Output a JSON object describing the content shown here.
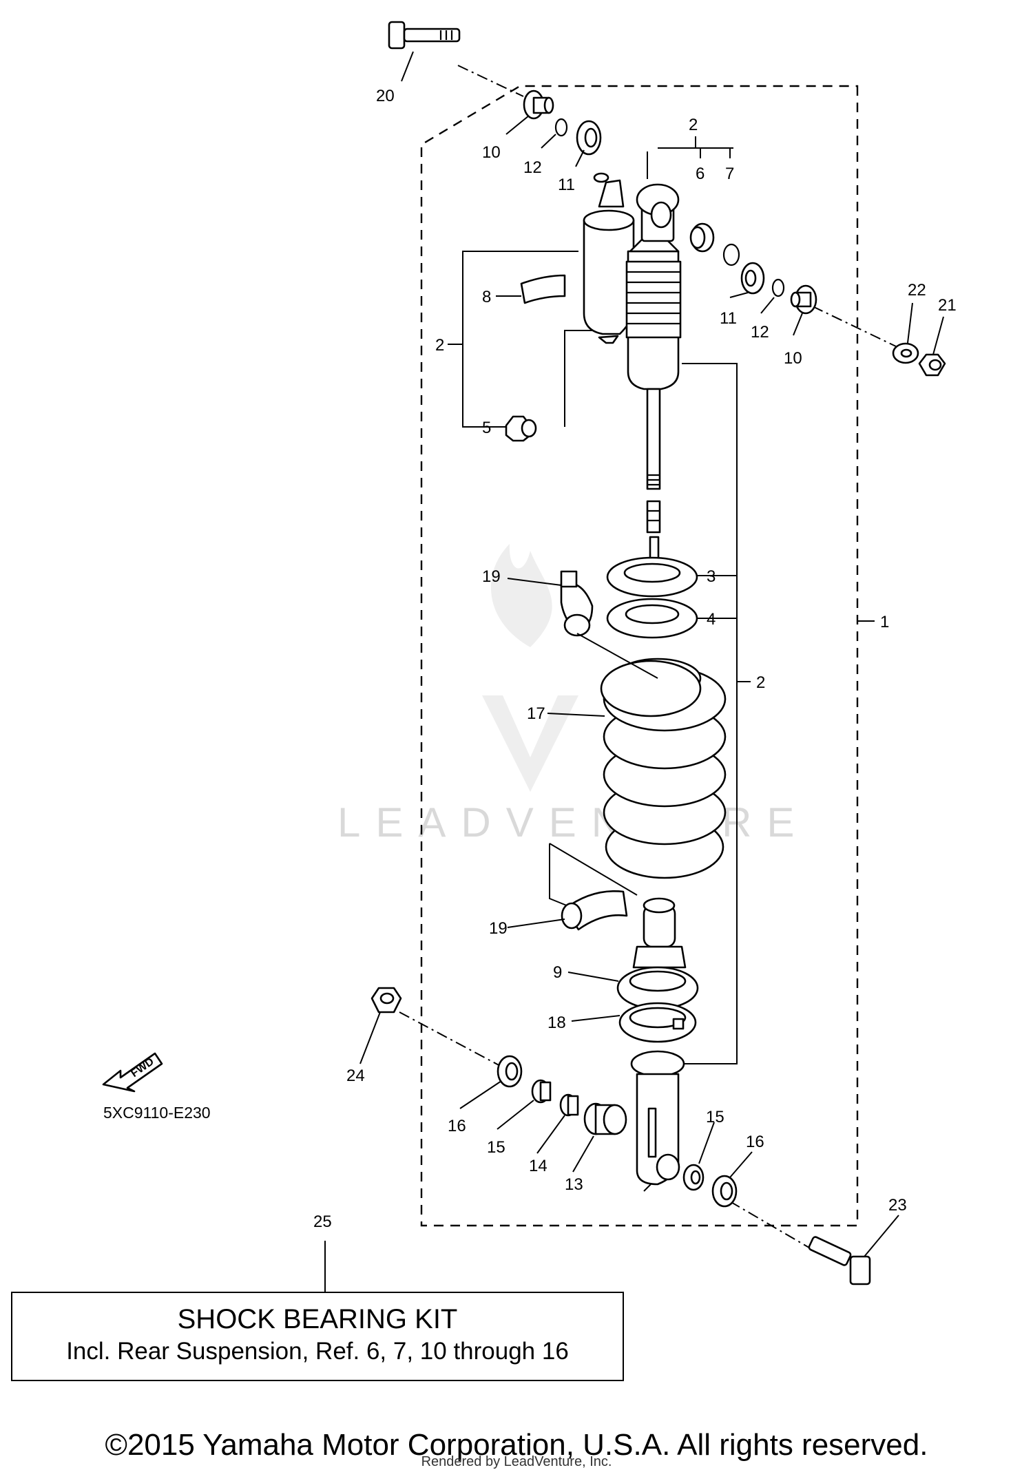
{
  "diagram": {
    "watermark": "LEADVENTURE",
    "diagram_code": "5XC9110-E230",
    "fwd_label": "FWD",
    "callouts": {
      "c1": "1",
      "c2a": "2",
      "c2b": "2",
      "c2c": "2",
      "c3": "3",
      "c4": "4",
      "c5": "5",
      "c6": "6",
      "c7": "7",
      "c8": "8",
      "c9": "9",
      "c10a": "10",
      "c10b": "10",
      "c11a": "11",
      "c11b": "11",
      "c12a": "12",
      "c12b": "12",
      "c13": "13",
      "c14": "14",
      "c15a": "15",
      "c15b": "15",
      "c16a": "16",
      "c16b": "16",
      "c17": "17",
      "c18": "18",
      "c19a": "19",
      "c19b": "19",
      "c20": "20",
      "c21": "21",
      "c22": "22",
      "c23": "23",
      "c24": "24",
      "c25": "25"
    }
  },
  "kit": {
    "title": "SHOCK BEARING KIT",
    "description": "Incl. Rear Suspension, Ref. 6, 7, 10 through 16"
  },
  "footer": {
    "copyright": "©2015 Yamaha Motor Corporation, U.S.A. All rights reserved.",
    "rendered_by": "Rendered by LeadVenture, Inc."
  }
}
